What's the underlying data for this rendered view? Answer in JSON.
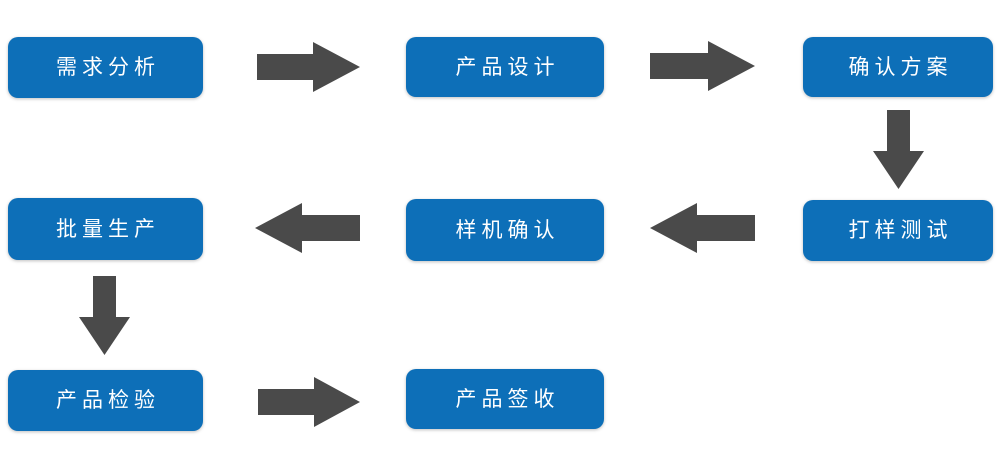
{
  "diagram": {
    "type": "flowchart",
    "background_color": "#ffffff",
    "node_fill_color": "#0d6fb8",
    "node_text_color": "#ffffff",
    "arrow_color": "#4a4a4a",
    "nodes": [
      {
        "label": "需求分析"
      },
      {
        "label": "产品设计"
      },
      {
        "label": "确认方案"
      },
      {
        "label": "打样测试"
      },
      {
        "label": "样机确认"
      },
      {
        "label": "批量生产"
      },
      {
        "label": "产品检验"
      },
      {
        "label": "产品签收"
      }
    ],
    "arrows": [
      {
        "direction": "right",
        "from": "需求分析",
        "to": "产品设计"
      },
      {
        "direction": "right",
        "from": "产品设计",
        "to": "确认方案"
      },
      {
        "direction": "down",
        "from": "确认方案",
        "to": "打样测试"
      },
      {
        "direction": "left",
        "from": "打样测试",
        "to": "样机确认"
      },
      {
        "direction": "left",
        "from": "样机确认",
        "to": "批量生产"
      },
      {
        "direction": "down",
        "from": "批量生产",
        "to": "产品检验"
      },
      {
        "direction": "right",
        "from": "产品检验",
        "to": "产品签收"
      }
    ]
  }
}
